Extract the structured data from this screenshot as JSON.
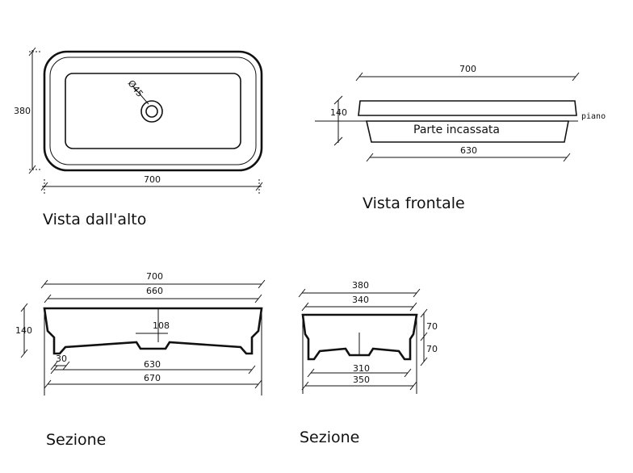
{
  "captions": {
    "top_view": "Vista dall'alto",
    "front_view": "Vista frontale",
    "section_long": "Sezione",
    "section_short": "Sezione"
  },
  "top_view": {
    "height": "380",
    "width": "700",
    "drain_diameter": "Ø45"
  },
  "front_view": {
    "width_top": "700",
    "height": "140",
    "recessed_label": "Parte incassata",
    "counter_label": "piano",
    "width_bottom": "630"
  },
  "section_long": {
    "outer_width": "700",
    "inner_width": "660",
    "height": "140",
    "drain": "108",
    "rim": "30",
    "base_inner": "630",
    "base_outer": "670"
  },
  "section_short": {
    "outer_width": "380",
    "inner_width": "340",
    "height_upper": "70",
    "height_lower": "70",
    "base_inner": "310",
    "base_outer": "350"
  }
}
